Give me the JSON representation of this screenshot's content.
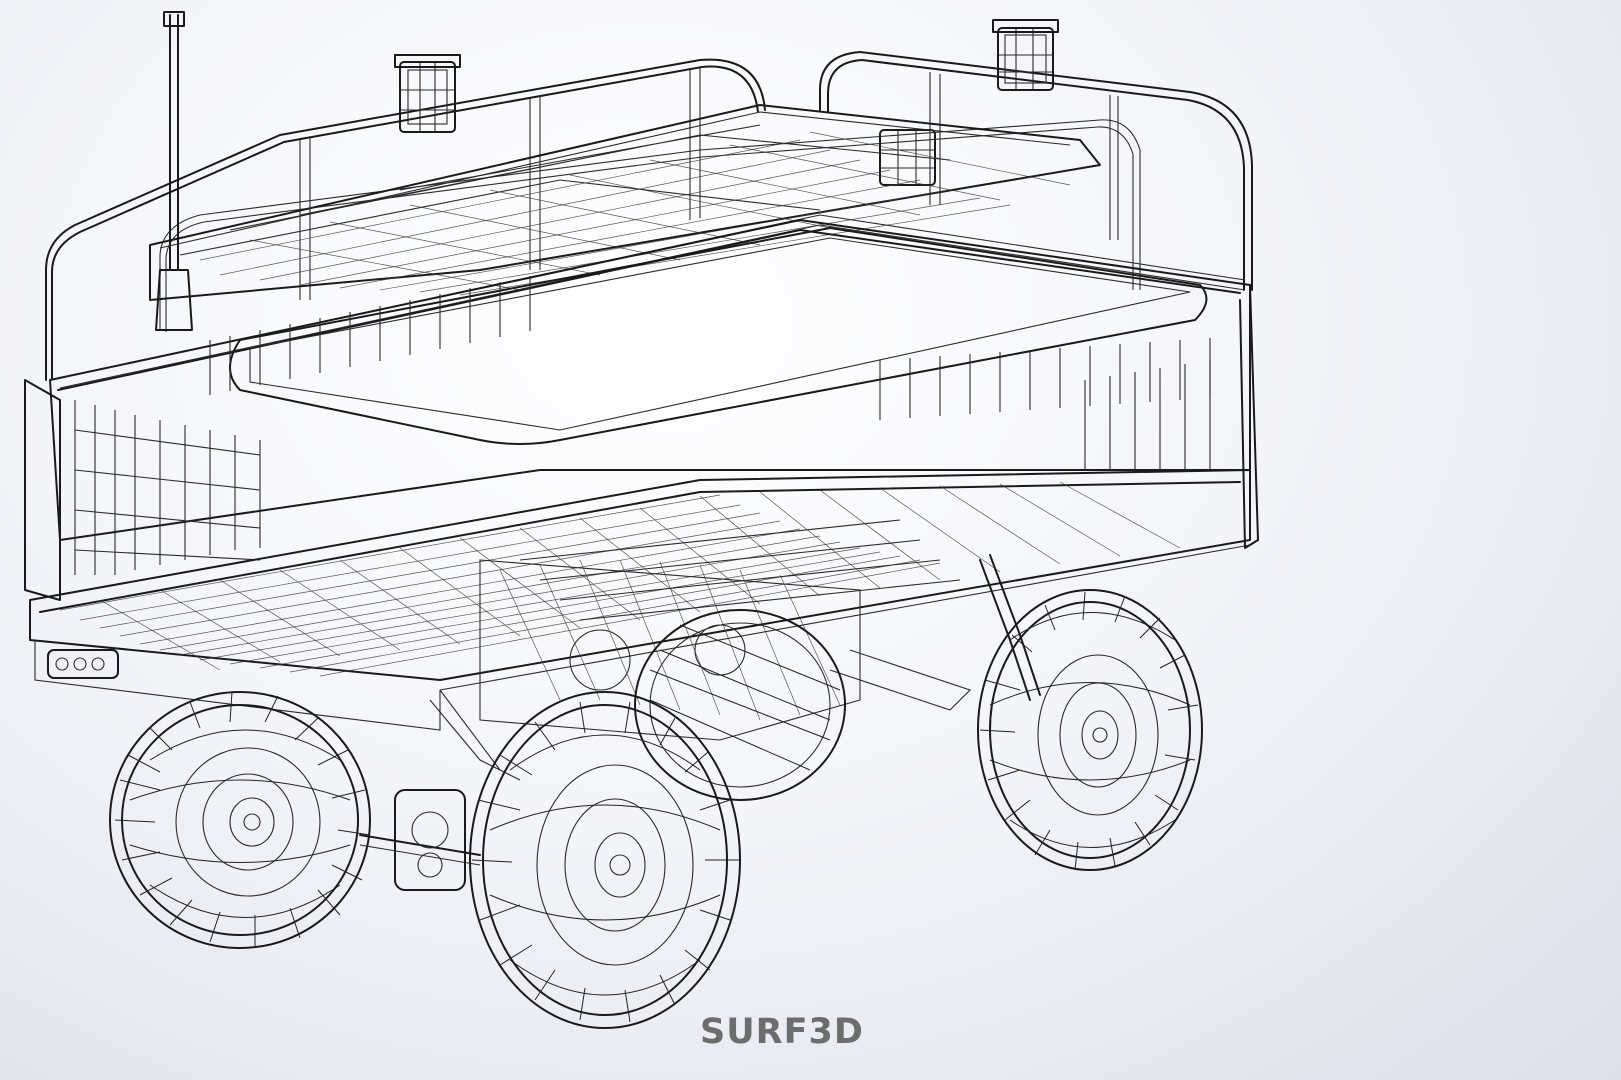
{
  "watermark": {
    "text": "SURF3D",
    "color": "#6d6d6d"
  },
  "model": {
    "subject": "wireframe-vehicle-model",
    "render_style": "wireframe",
    "line_color": "#1a1a1a",
    "background_colors": [
      "#ffffff",
      "#dde0ea"
    ]
  }
}
